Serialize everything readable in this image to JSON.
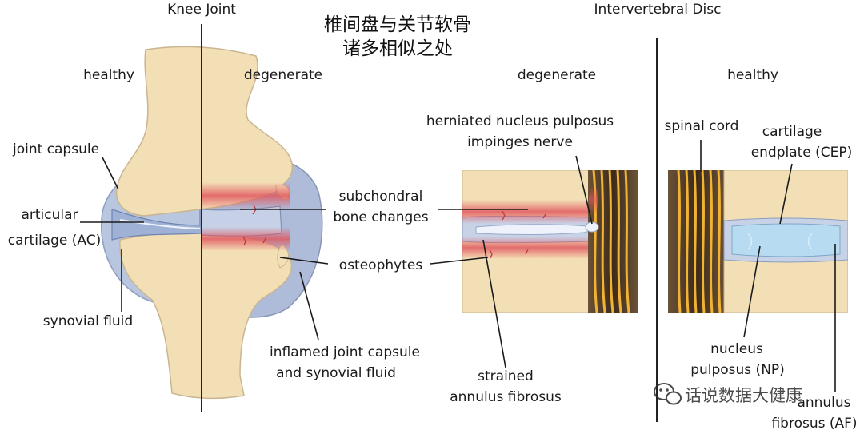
{
  "titles": {
    "knee": "Knee Joint",
    "disc": "Intervertebral Disc",
    "chinese_line1": "椎间盘与关节软骨",
    "chinese_line2": "诸多相似之处"
  },
  "states": {
    "knee_healthy": "healthy",
    "knee_degenerate": "degenerate",
    "disc_degenerate": "degenerate",
    "disc_healthy": "healthy"
  },
  "labels": {
    "joint_capsule": "joint capsule",
    "articular_cartilage_1": "articular",
    "articular_cartilage_2": "cartilage (AC)",
    "synovial_fluid": "synovial fluid",
    "subchondral_1": "subchondral",
    "subchondral_2": "bone changes",
    "osteophytes": "osteophytes",
    "inflamed_1": "inflamed joint capsule",
    "inflamed_2": "and synovial fluid",
    "herniated_1": "herniated nucleus pulposus",
    "herniated_2": "impinges nerve",
    "strained_1": "strained",
    "strained_2": "annulus fibrosus",
    "spinal_cord": "spinal cord",
    "cep_1": "cartilage",
    "cep_2": "endplate (CEP)",
    "np_1": "nucleus",
    "np_2": "pulposus (NP)",
    "af_1": "annulus",
    "af_2": "fibrosus (AF)"
  },
  "watermark": {
    "text": "话说数据大健康"
  },
  "colors": {
    "bone": "#f3dfb6",
    "bone_outline": "#c9b58f",
    "capsule": "#b9c6e0",
    "fluid": "#d3def0",
    "cartilage": "#9fb2d6",
    "inflammation": "#e0585f",
    "nucleus": "#b7dcf2",
    "nerve_dark": "#4a3826",
    "nerve_yellow": "#f2b233",
    "divider": "#222222"
  }
}
